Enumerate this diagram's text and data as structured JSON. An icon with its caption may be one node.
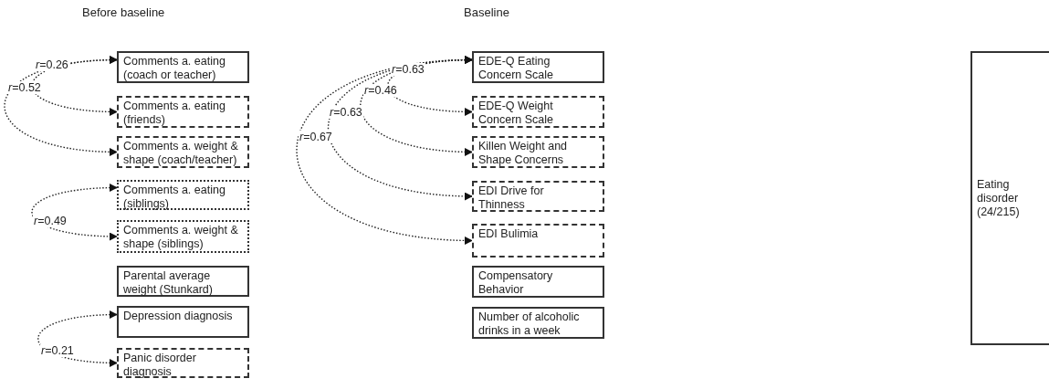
{
  "diagram": {
    "nodes": [
      {
        "text": [
          "Comments a. eating (coach or teacher)"
        ]
      },
      {
        "text": [
          "Comments a. eating (friends)"
        ]
      },
      {
        "text": [
          "Comments a. weight & shape (coach/teacher)"
        ]
      },
      {
        "text": [
          "Comments a. eating (siblings)"
        ]
      },
      {
        "text": [
          "Comments a. weight & shape (siblings)"
        ]
      },
      {
        "text": [
          "Parental average weight (Stunkard)"
        ]
      },
      {
        "text": [
          "Depression diagnosis"
        ]
      },
      {
        "text": [
          "Panic disorder diagnosis"
        ]
      },
      {
        "text": [
          "EDE-Q Eating Concern Scale"
        ]
      },
      {
        "text": [
          "EDE-Q Weight Concern Scale"
        ]
      },
      {
        "text": [
          "Killen Weight and Shape Concerns"
        ]
      },
      {
        "text": [
          "EDI Drive for Thinness"
        ]
      },
      {
        "text": [
          "EDI Bulimia"
        ]
      },
      {
        "text": [
          "Compensatory Behavior"
        ]
      },
      {
        "text": [
          "Number of alcoholic drinks in a week"
        ]
      },
      {
        "text": [
          "Eating disorder (24/215)"
        ]
      }
    ],
    "edges": [
      {
        "from": 0,
        "to": 1,
        "arrow": "both",
        "label": "*r*=0.26"
      },
      {
        "from": 0,
        "to": 2,
        "arrow": "both",
        "label": "*r*=0.52"
      },
      {
        "from": 3,
        "to": 4,
        "arrow": "both",
        "label": "*r*=0.49"
      },
      {
        "from": 6,
        "to": 7,
        "arrow": "both",
        "label": "*r*=0.21"
      },
      {
        "from": 8,
        "to": 9,
        "arrow": "both",
        "label": "*r*=0.63"
      },
      {
        "from": 8,
        "to": 10,
        "arrow": "both",
        "label": "*r*=0.46"
      },
      {
        "from": 8,
        "to": 11,
        "arrow": "both",
        "label": "*r*=0.63"
      },
      {
        "from": 8,
        "to": 12,
        "arrow": "both",
        "label": "*r*=0.67"
      }
    ],
    "labels": [
      "Before baseline",
      "Baseline"
    ]
  }
}
